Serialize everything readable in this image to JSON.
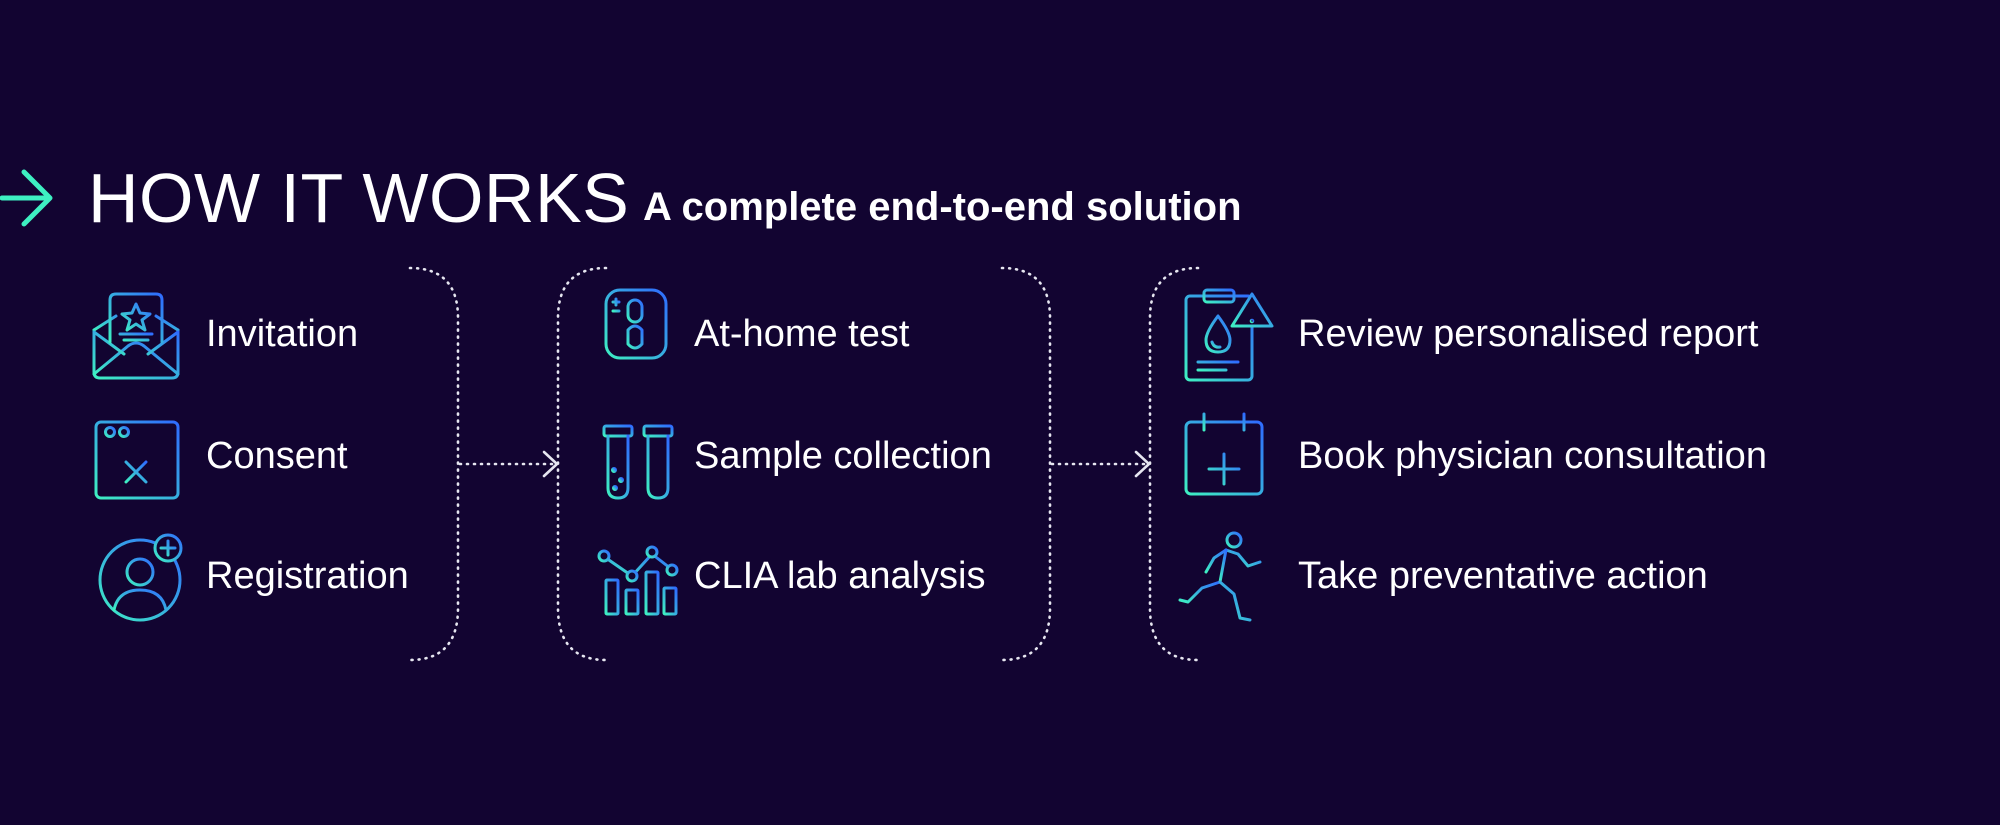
{
  "header": {
    "title": "HOW IT WORKS",
    "subtitle": "A complete end-to-end solution"
  },
  "colors": {
    "background": "#120431",
    "accent_teal": "#3ef0c2",
    "accent_blue": "#2f6bff",
    "text": "#ffffff",
    "connector": "#e6e6f0"
  },
  "groups": [
    {
      "steps": [
        {
          "label": "Invitation",
          "icon": "envelope-star-icon"
        },
        {
          "label": "Consent",
          "icon": "browser-window-x-icon"
        },
        {
          "label": "Registration",
          "icon": "user-add-icon"
        }
      ]
    },
    {
      "steps": [
        {
          "label": "At-home test",
          "icon": "test-device-icon"
        },
        {
          "label": "Sample collection",
          "icon": "test-tubes-icon"
        },
        {
          "label": "CLIA lab analysis",
          "icon": "bar-chart-analysis-icon"
        }
      ]
    },
    {
      "steps": [
        {
          "label": "Review personalised report",
          "icon": "report-alert-icon"
        },
        {
          "label": "Book physician consultation",
          "icon": "calendar-add-icon"
        },
        {
          "label": "Take preventative action",
          "icon": "runner-icon"
        }
      ]
    }
  ]
}
